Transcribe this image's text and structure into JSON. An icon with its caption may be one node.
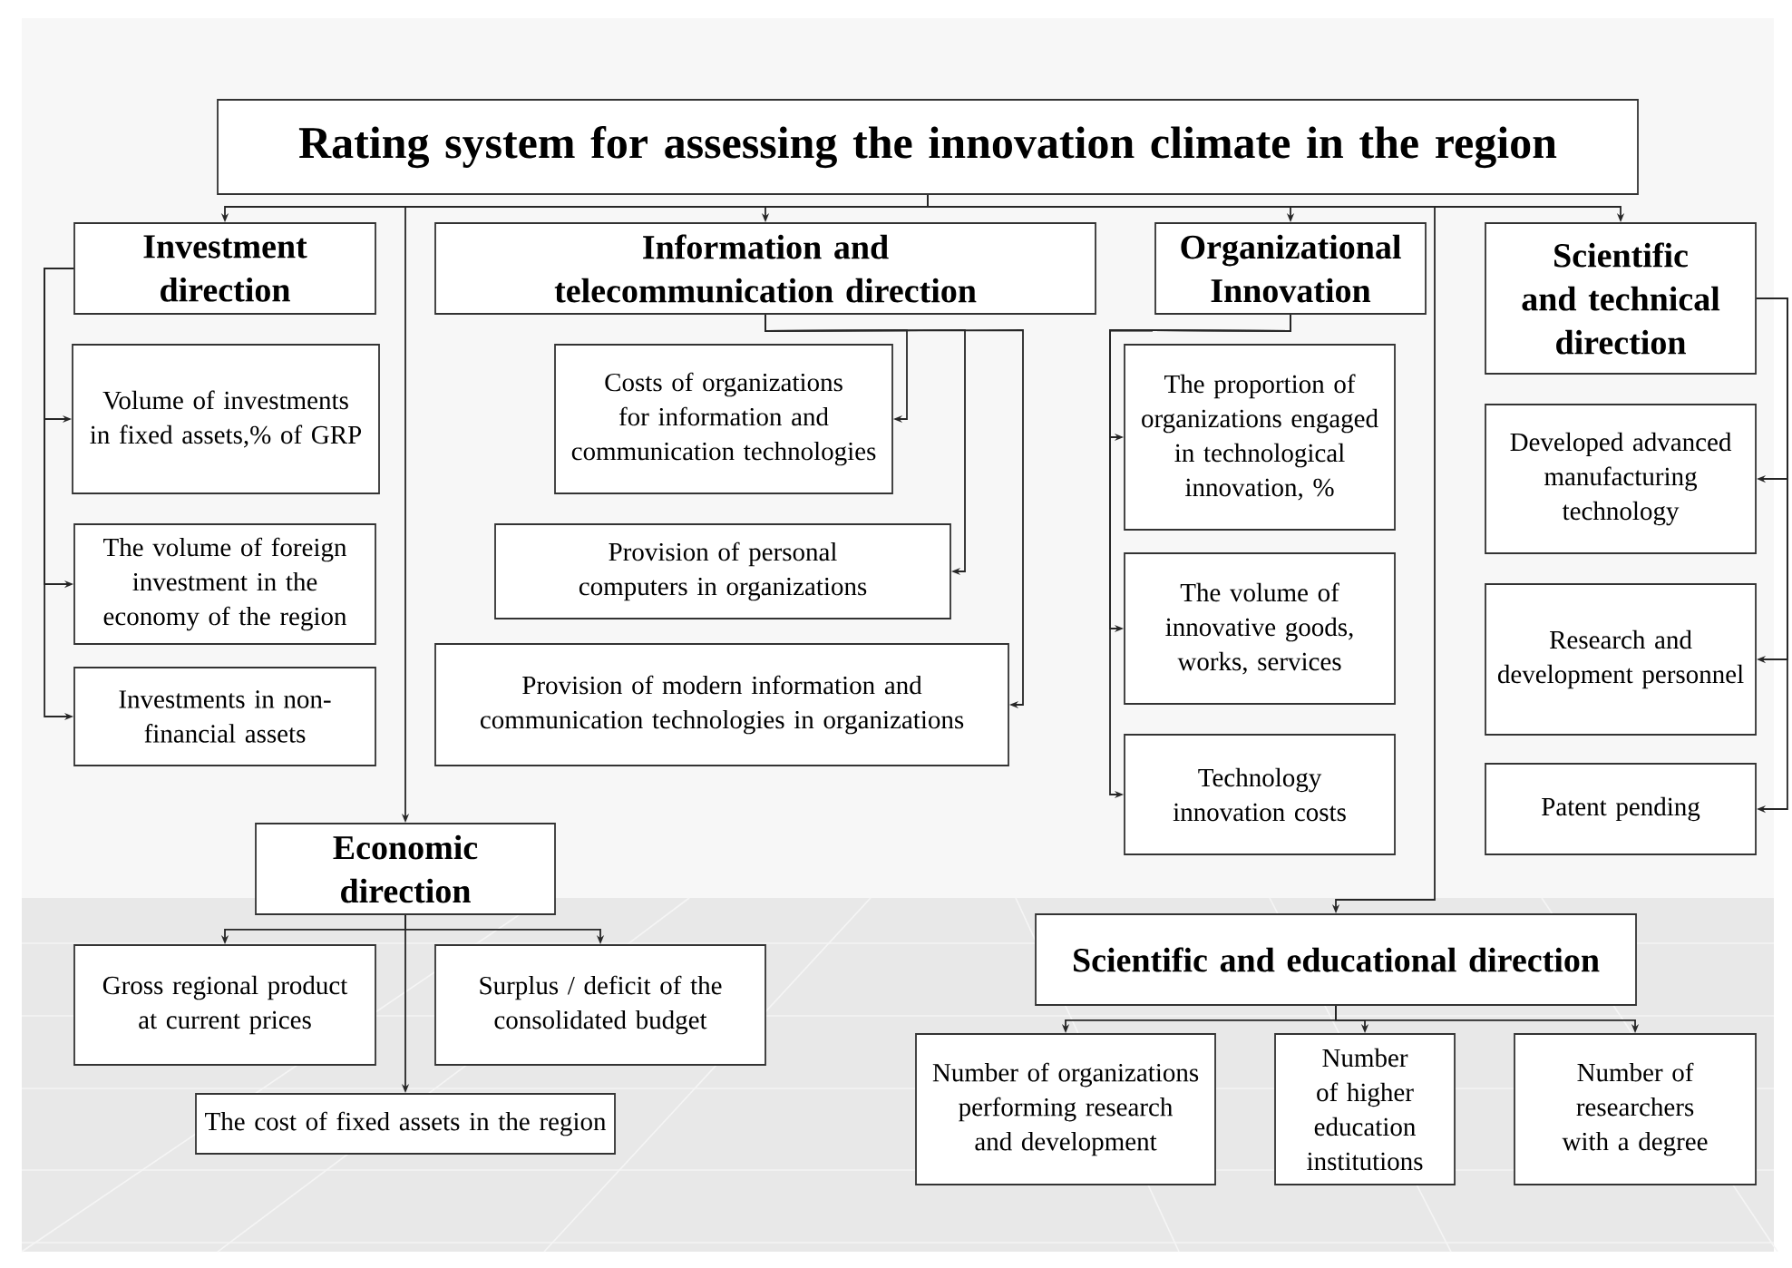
{
  "diagram": {
    "nodes": [
      {
        "text": [
          "Rating system for assessing the innovation climate in the region"
        ]
      },
      {
        "text": [
          "Investment direction"
        ]
      },
      {
        "text": [
          "Volume of investments in fixed assets,% of GRP"
        ]
      },
      {
        "text": [
          "The volume of foreign investment in the economy of the region"
        ]
      },
      {
        "text": [
          "Investments in non-financial assets"
        ]
      },
      {
        "text": [
          "Information and telecommunication direction"
        ]
      },
      {
        "text": [
          "Costs of organizations for information and communication technologies"
        ]
      },
      {
        "text": [
          "Provision of personal computers in organizations"
        ]
      },
      {
        "text": [
          "Provision of modern information and communication technologies in organizations"
        ]
      },
      {
        "text": [
          "Organizational Innovation"
        ]
      },
      {
        "text": [
          "The proportion of organizations engaged in technological innovation, %"
        ]
      },
      {
        "text": [
          "The volume of innovative goods, works, services"
        ]
      },
      {
        "text": [
          "Technology innovation costs"
        ]
      },
      {
        "text": [
          "Scientific and technical direction"
        ]
      },
      {
        "text": [
          "Developed advanced manufacturing technology"
        ]
      },
      {
        "text": [
          "Research and development personnel"
        ]
      },
      {
        "text": [
          "Patent pending"
        ]
      },
      {
        "text": [
          "Economic direction"
        ]
      },
      {
        "text": [
          "Gross regional product at current prices"
        ]
      },
      {
        "text": [
          "Surplus / deficit of the consolidated budget"
        ]
      },
      {
        "text": [
          "The cost of fixed assets in the region"
        ]
      },
      {
        "text": [
          "Scientific and educational direction"
        ]
      },
      {
        "text": [
          "Number of organizations performing research and development"
        ]
      },
      {
        "text": [
          "Number of higher education institutions"
        ]
      },
      {
        "text": [
          "Number of researchers with a degree"
        ]
      }
    ],
    "edges": [
      {
        "from": 0,
        "to": 1,
        "arrow": "to"
      },
      {
        "from": 0,
        "to": 5,
        "arrow": "to"
      },
      {
        "from": 0,
        "to": 9,
        "arrow": "to"
      },
      {
        "from": 0,
        "to": 13,
        "arrow": "to"
      },
      {
        "from": 0,
        "to": 17,
        "arrow": "to"
      },
      {
        "from": 0,
        "to": 21,
        "arrow": "to"
      },
      {
        "from": 1,
        "to": 2,
        "arrow": "to"
      },
      {
        "from": 1,
        "to": 3,
        "arrow": "to"
      },
      {
        "from": 1,
        "to": 4,
        "arrow": "to"
      },
      {
        "from": 5,
        "to": 6,
        "arrow": "to"
      },
      {
        "from": 5,
        "to": 7,
        "arrow": "to"
      },
      {
        "from": 5,
        "to": 8,
        "arrow": "to"
      },
      {
        "from": 9,
        "to": 10,
        "arrow": "to"
      },
      {
        "from": 9,
        "to": 11,
        "arrow": "to"
      },
      {
        "from": 9,
        "to": 12,
        "arrow": "to"
      },
      {
        "from": 13,
        "to": 14,
        "arrow": "to"
      },
      {
        "from": 13,
        "to": 15,
        "arrow": "to"
      },
      {
        "from": 13,
        "to": 16,
        "arrow": "to"
      },
      {
        "from": 17,
        "to": 18,
        "arrow": "to"
      },
      {
        "from": 17,
        "to": 19,
        "arrow": "to"
      },
      {
        "from": 17,
        "to": 20,
        "arrow": "to"
      },
      {
        "from": 21,
        "to": 22,
        "arrow": "to"
      },
      {
        "from": 21,
        "to": 23,
        "arrow": "to"
      },
      {
        "from": 21,
        "to": 24,
        "arrow": "to"
      }
    ]
  }
}
